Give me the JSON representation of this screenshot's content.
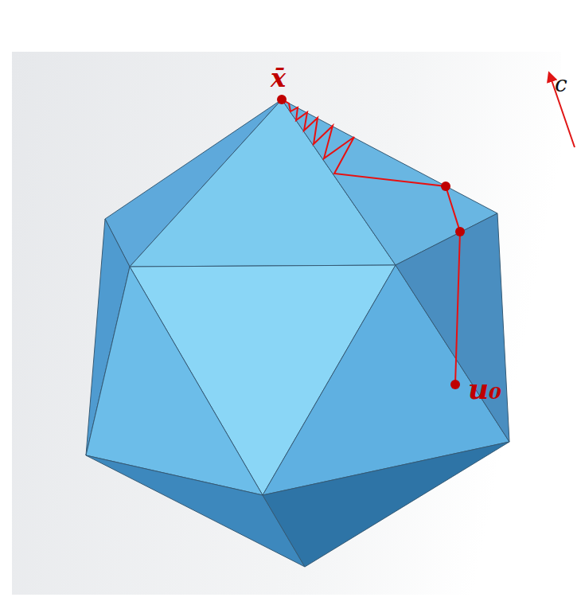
{
  "diagram": {
    "labels": [
      "x̄",
      "u₀",
      "c"
    ]
  }
}
